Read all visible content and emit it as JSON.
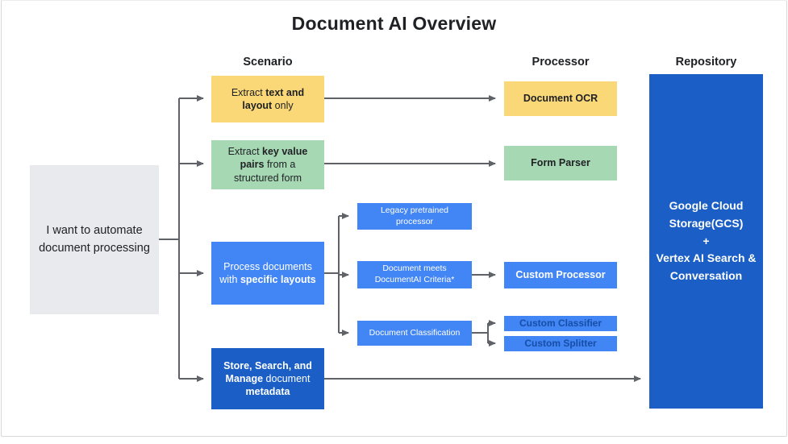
{
  "title": "Document AI Overview",
  "columns": {
    "scenario": "Scenario",
    "processor": "Processor",
    "repository": "Repository"
  },
  "start": {
    "text": "I want to automate document processing"
  },
  "scenarios": {
    "extract_text_layout": {
      "pre": "Extract ",
      "bold": "text and layout",
      "post": " only"
    },
    "extract_key_value": {
      "pre": "Extract ",
      "bold": "key value pairs",
      "post": " from a structured form"
    },
    "specific_layouts": {
      "pre": "Process documents with ",
      "bold": "specific layouts",
      "post": ""
    },
    "store_search_manage": {
      "bold1": "Store, Search, and Manage",
      "mid": " document ",
      "bold2": "metadata"
    }
  },
  "sub_nodes": {
    "legacy": "Legacy pretrained processor",
    "criteria": "Document meets DocumentAI Criteria*",
    "classification": "Document Classification"
  },
  "processors": {
    "document_ocr": "Document OCR",
    "form_parser": "Form Parser",
    "custom_processor": "Custom Processor",
    "custom_classifier": "Custom Classifier",
    "custom_splitter": "Custom Splitter"
  },
  "repository": {
    "line1": "Google Cloud Storage(GCS)",
    "line2": "+",
    "line3": "Vertex AI Search & Conversation"
  },
  "palette": {
    "yellow": "#FAD877",
    "green": "#A6D8B4",
    "blue": "#4285F4",
    "dark_blue": "#1A5EC6",
    "start_gray": "#E8EAED",
    "connector_gray": "#5F6368",
    "dark_label_text": "#174EA6",
    "text": "#202124"
  }
}
